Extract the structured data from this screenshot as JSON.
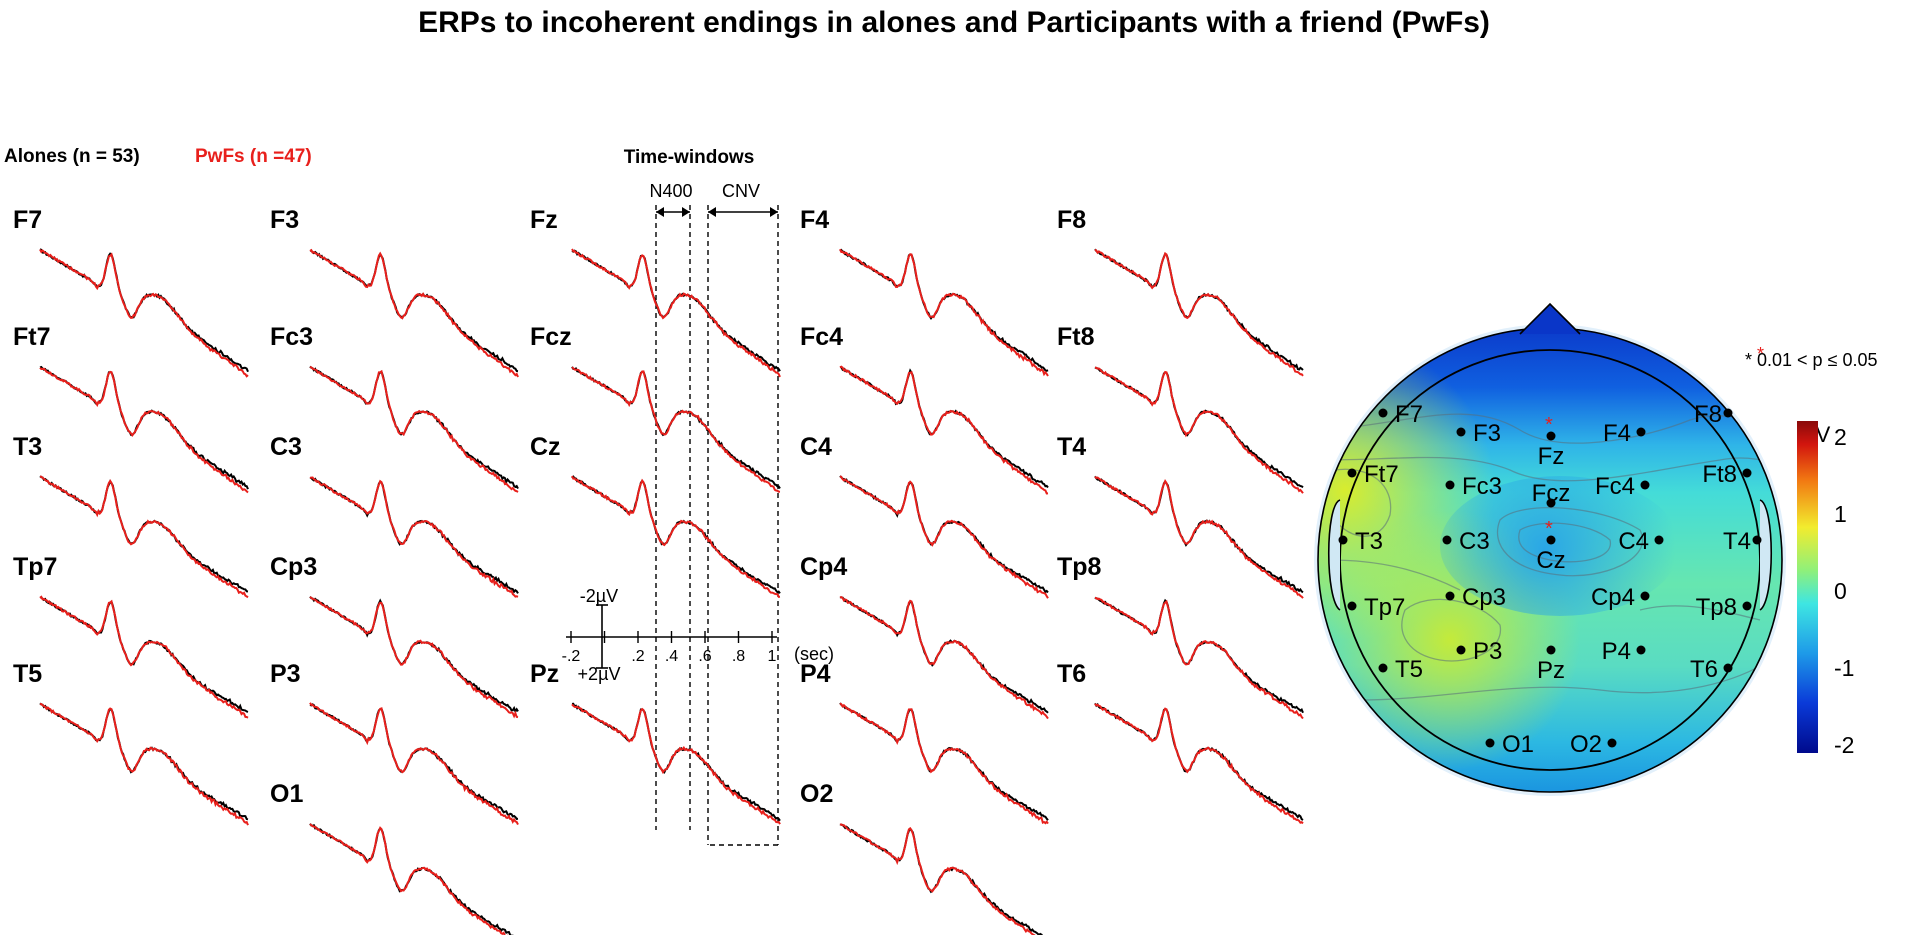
{
  "title": "ERPs to incoherent endings in alones and Participants with a friend (PwFs)",
  "legend": {
    "alones": "Alones (n = 53)",
    "pwfs": "PwFs (n =47)"
  },
  "colors": {
    "alones": "#000000",
    "pwfs": "#e8201c"
  },
  "time_windows": {
    "heading": "Time-windows",
    "n400": "N400",
    "cnv": "CNV"
  },
  "scale": {
    "ticks": [
      "-.2",
      "0",
      ".2",
      ".4",
      ".6",
      ".8",
      "1"
    ],
    "unit": "(sec)",
    "neg_amp": "-2µV",
    "pos_amp": "+2µV"
  },
  "significance_note": "* 0.01 < p ≤ 0.05",
  "significance_symbol": "*",
  "colorbar": {
    "unit": "µV",
    "ticks": [
      "2",
      "1",
      "0",
      "-1",
      "-2"
    ],
    "range": [
      -2,
      2
    ]
  },
  "chart_data": [
    {
      "type": "line",
      "title": "ERP waveforms",
      "x_range_sec": [
        -0.2,
        1.0
      ],
      "x_ticks": [
        -0.2,
        0,
        0.2,
        0.4,
        0.6,
        0.8,
        1.0
      ],
      "amplitude_scale_uV": 2,
      "polarity": "negative up",
      "time_windows_sec": {
        "N400": [
          0.3,
          0.5
        ],
        "CNV": [
          0.6,
          1.0
        ]
      },
      "series": [
        {
          "name": "Alones (n = 53)"
        },
        {
          "name": "PwFs (n =47)"
        }
      ],
      "electrodes": [
        "F7",
        "Ft7",
        "T3",
        "Tp7",
        "T5",
        "F3",
        "Fc3",
        "C3",
        "Cp3",
        "P3",
        "O1",
        "Fz",
        "Fcz",
        "Cz",
        "Pz",
        "F4",
        "Fc4",
        "C4",
        "Cp4",
        "P4",
        "O2",
        "F8",
        "Ft8",
        "T4",
        "Tp8",
        "T6"
      ]
    },
    {
      "type": "heatmap",
      "title": "Topographic map",
      "unit": "µV",
      "range": [
        -2,
        2
      ],
      "electrodes": [
        {
          "label": "F7",
          "value": -0.5
        },
        {
          "label": "F3",
          "value": -0.6
        },
        {
          "label": "Fz",
          "value": -1.5,
          "significant": true
        },
        {
          "label": "F4",
          "value": -1.0
        },
        {
          "label": "F8",
          "value": -0.7
        },
        {
          "label": "Ft7",
          "value": 0.3
        },
        {
          "label": "Fc3",
          "value": -0.3
        },
        {
          "label": "Fcz",
          "value": -0.8
        },
        {
          "label": "Fc4",
          "value": -0.6
        },
        {
          "label": "Ft8",
          "value": -0.2
        },
        {
          "label": "T3",
          "value": 0.0
        },
        {
          "label": "C3",
          "value": -0.2
        },
        {
          "label": "Cz",
          "value": -1.0,
          "significant": true
        },
        {
          "label": "C4",
          "value": -0.8
        },
        {
          "label": "T4",
          "value": -0.1
        },
        {
          "label": "Tp7",
          "value": 0.2
        },
        {
          "label": "Cp3",
          "value": 0.1
        },
        {
          "label": "Cp4",
          "value": -0.3
        },
        {
          "label": "Tp8",
          "value": -0.1
        },
        {
          "label": "T5",
          "value": -0.2
        },
        {
          "label": "P3",
          "value": 0.3
        },
        {
          "label": "Pz",
          "value": -0.3
        },
        {
          "label": "P4",
          "value": -0.3
        },
        {
          "label": "T6",
          "value": -0.4
        },
        {
          "label": "O1",
          "value": -0.5
        },
        {
          "label": "O2",
          "value": -0.6
        }
      ]
    }
  ]
}
